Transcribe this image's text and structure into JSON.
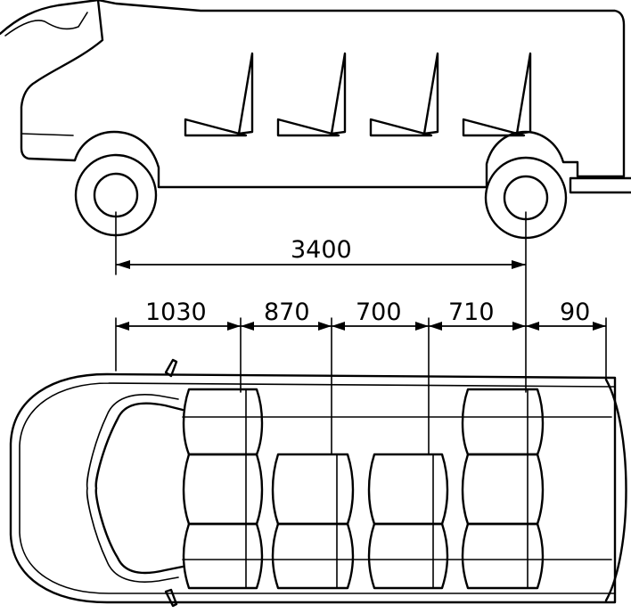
{
  "dimensions": {
    "wheelbase": "3400",
    "seg_1": "1030",
    "seg_2": "870",
    "seg_3": "700",
    "seg_4": "710",
    "seg_5": "90"
  },
  "colors": {
    "line": "#000000",
    "background": "#ffffff"
  }
}
